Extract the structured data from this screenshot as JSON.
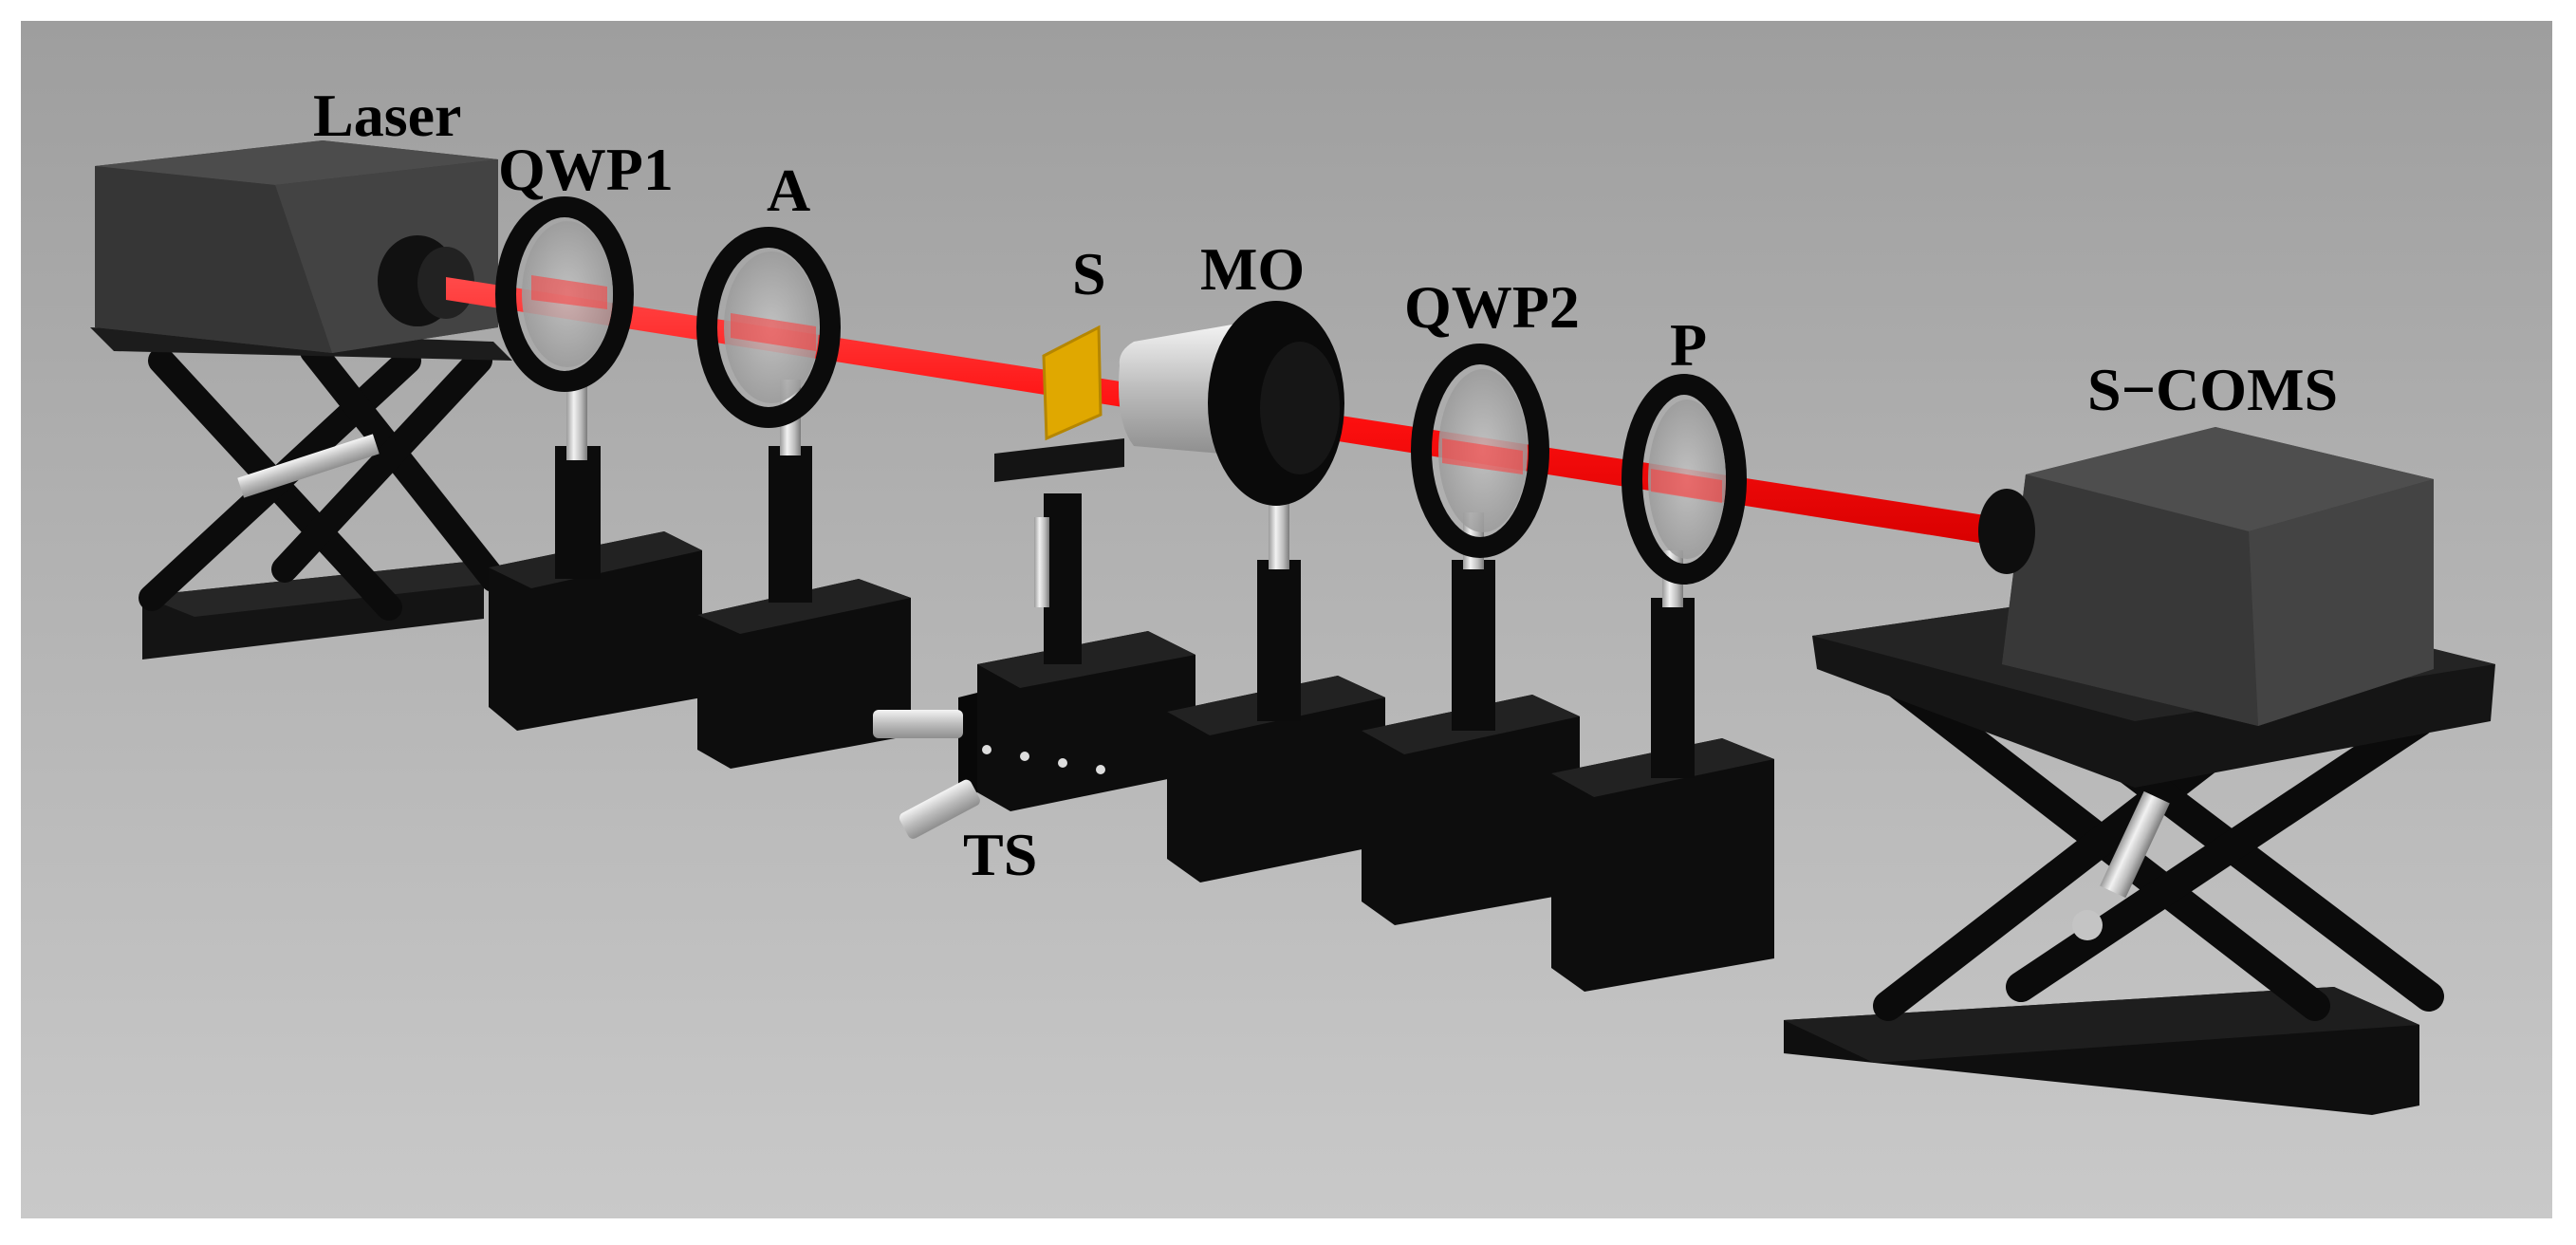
{
  "labels": {
    "laser": "Laser",
    "qwp1": "QWP1",
    "analyzer": "A",
    "sample": "S",
    "objective": "MO",
    "qwp2": "QWP2",
    "polarizer": "P",
    "camera": "S−COMS",
    "stage": "TS"
  },
  "colors": {
    "background": "#a9a9a9",
    "beam": "#ff1a1a",
    "sample": "#e0a800",
    "component": "#111111",
    "housing": "#3e3e3e",
    "metal": "#d8d8d8"
  }
}
